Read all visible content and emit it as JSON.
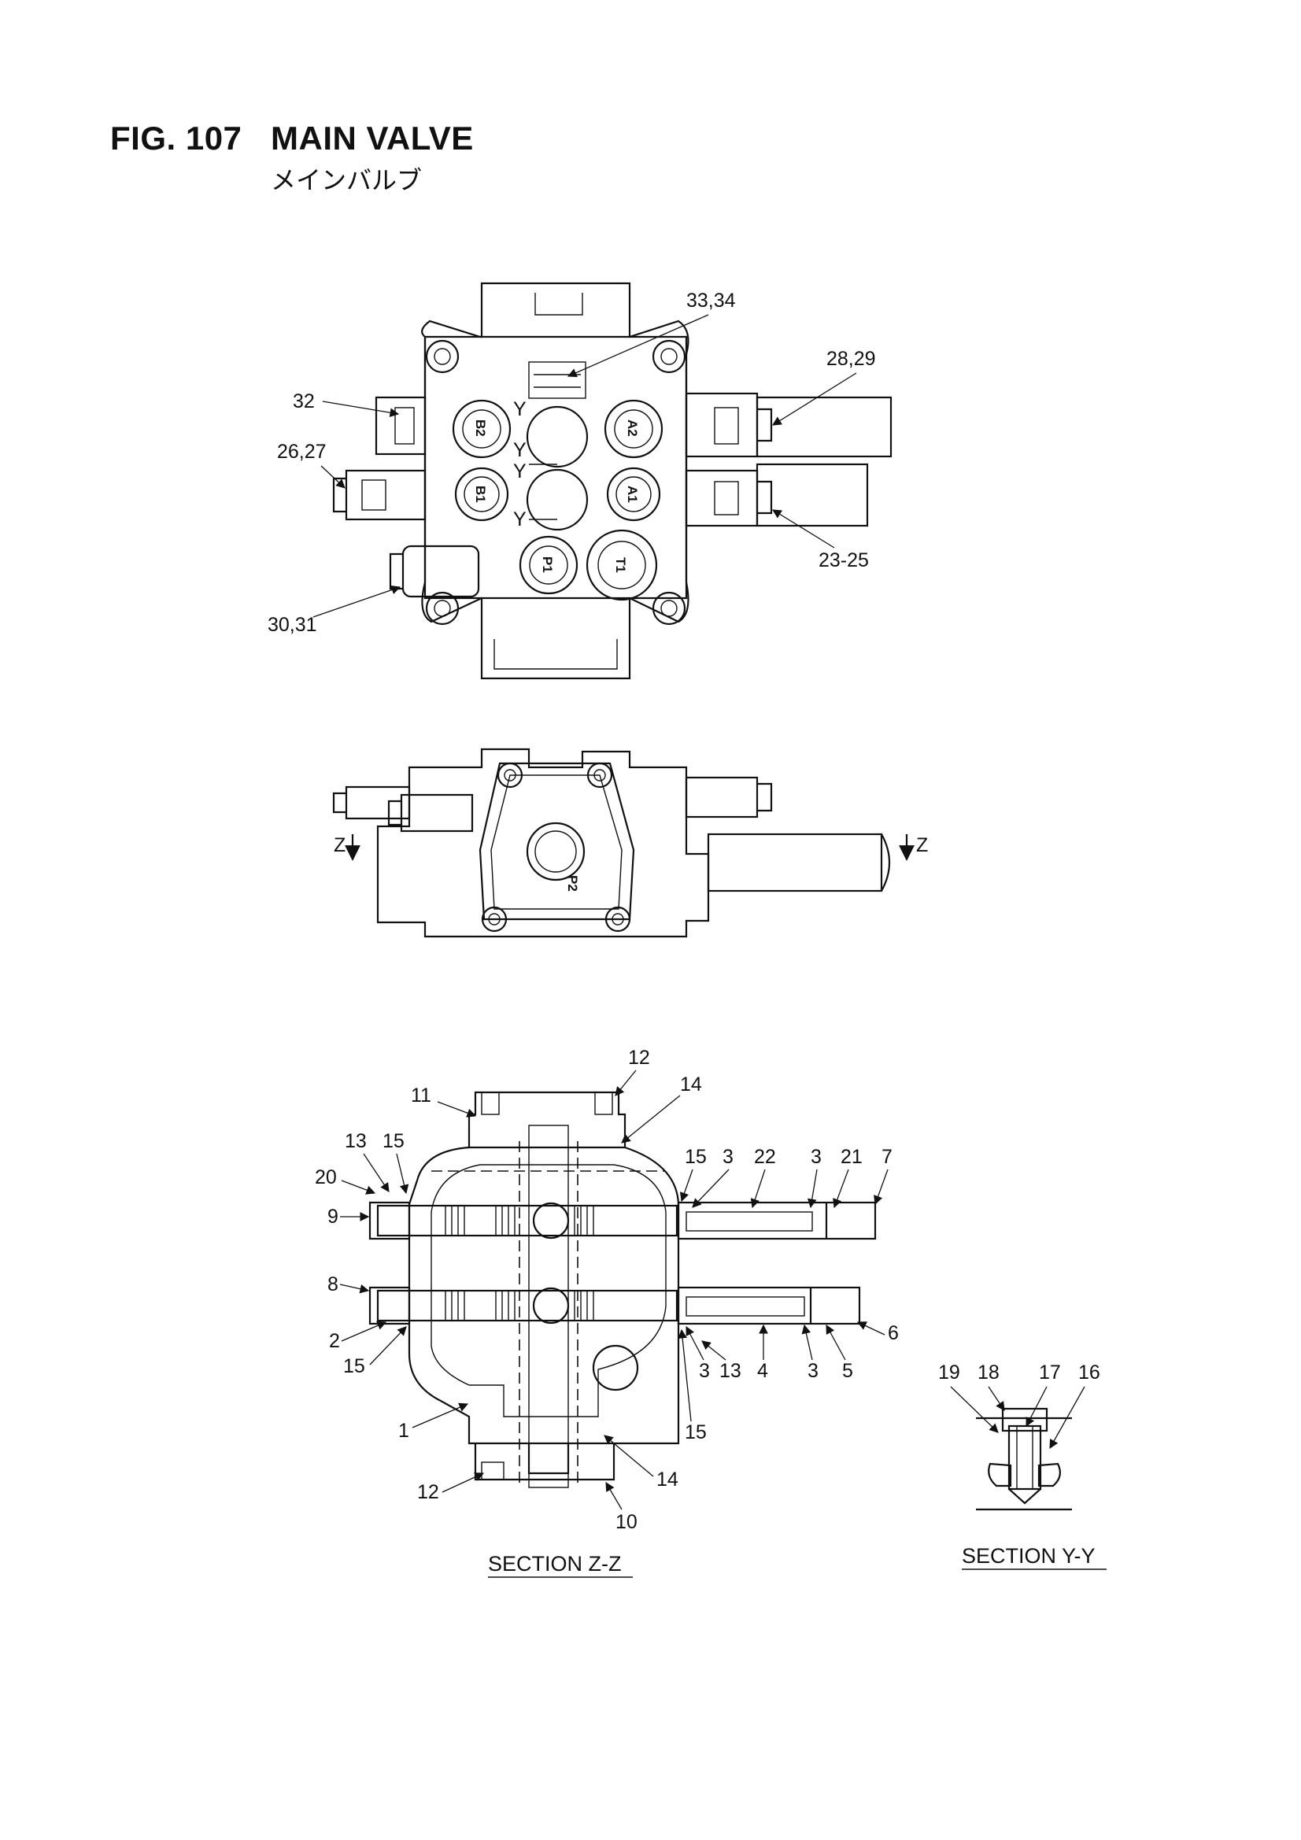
{
  "header": {
    "fig_number": "FIG. 107",
    "title": "MAIN VALVE",
    "subtitle_jp": "メインバルブ"
  },
  "top_view": {
    "ports": [
      "B2",
      "A2",
      "B1",
      "A1",
      "P1",
      "T1"
    ],
    "section_marks": [
      "Y",
      "Y",
      "Y",
      "Y"
    ],
    "callouts": [
      "33,34",
      "28,29",
      "32",
      "26,27",
      "23-25",
      "30,31"
    ]
  },
  "front_view": {
    "port_label": "P2",
    "section_marks": [
      "Z",
      "Z"
    ]
  },
  "section_zz": {
    "title": "SECTION Z-Z",
    "callouts": [
      "12",
      "11",
      "14",
      "13",
      "15",
      "15",
      "3",
      "22",
      "3",
      "21",
      "7",
      "20",
      "9",
      "8",
      "2",
      "15",
      "6",
      "3",
      "13",
      "4",
      "3",
      "5",
      "1",
      "15",
      "12",
      "14",
      "10"
    ]
  },
  "section_yy": {
    "title": "SECTION Y-Y",
    "callouts": [
      "19",
      "18",
      "17",
      "16"
    ]
  }
}
